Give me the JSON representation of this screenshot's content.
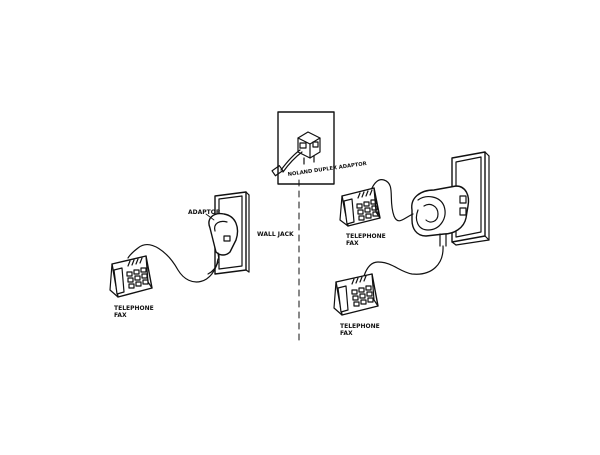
{
  "labels": {
    "adaptor": "ADAPTOR",
    "wall_jack": "WALL JACK",
    "left_phone_line1": "TELEPHONE",
    "left_phone_line2": "FAX",
    "inset_caption": "NOLAND DUPLEX ADAPTOR",
    "right_top_phone_line1": "TELEPHONE",
    "right_top_phone_line2": "FAX",
    "right_bottom_phone_line1": "TELEPHONE",
    "right_bottom_phone_line2": "FAX"
  },
  "colors": {
    "stroke": "#111111",
    "background": "#ffffff"
  }
}
